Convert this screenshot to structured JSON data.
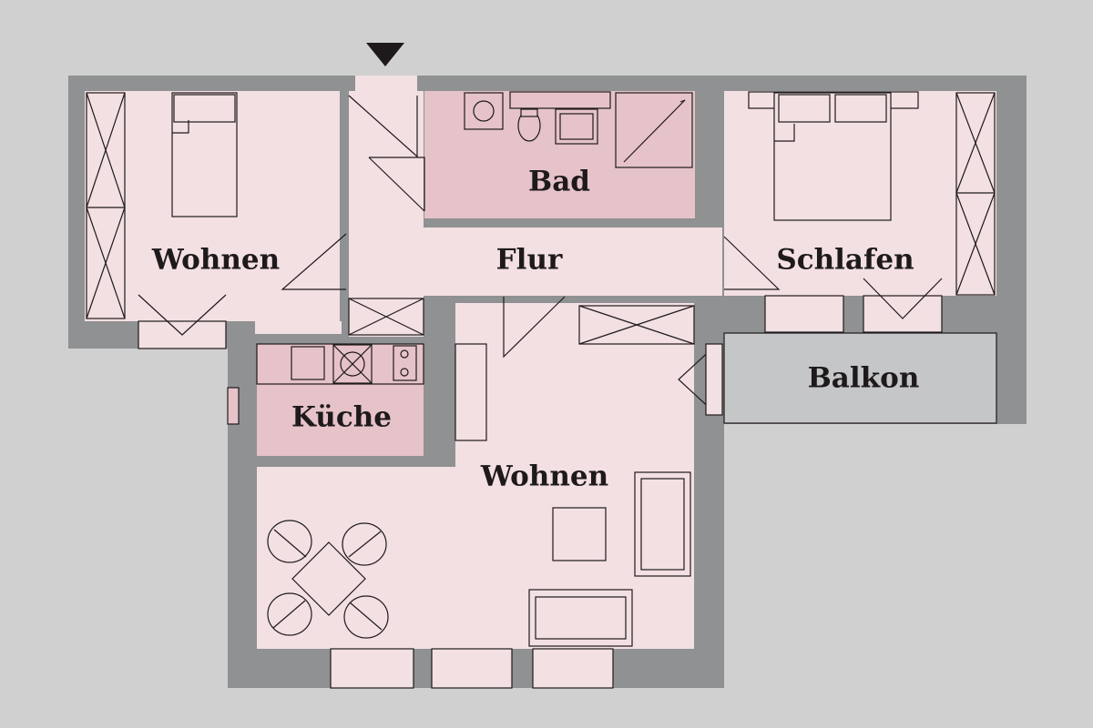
{
  "plan": {
    "rooms": {
      "wohnen_left": "Wohnen",
      "bad": "Bad",
      "flur": "Flur",
      "schlafen": "Schlafen",
      "kueche": "Küche",
      "wohnen_main": "Wohnen",
      "balkon": "Balkon"
    },
    "entrance_icon": "entrance-arrow-icon",
    "colors": {
      "background": "#d0d0d0",
      "wall": "#8f9192",
      "room": "#f3e0e2",
      "wet_room": "#e6c3c9",
      "balcony": "#c5c6c7",
      "line": "#1e1a1c"
    }
  }
}
